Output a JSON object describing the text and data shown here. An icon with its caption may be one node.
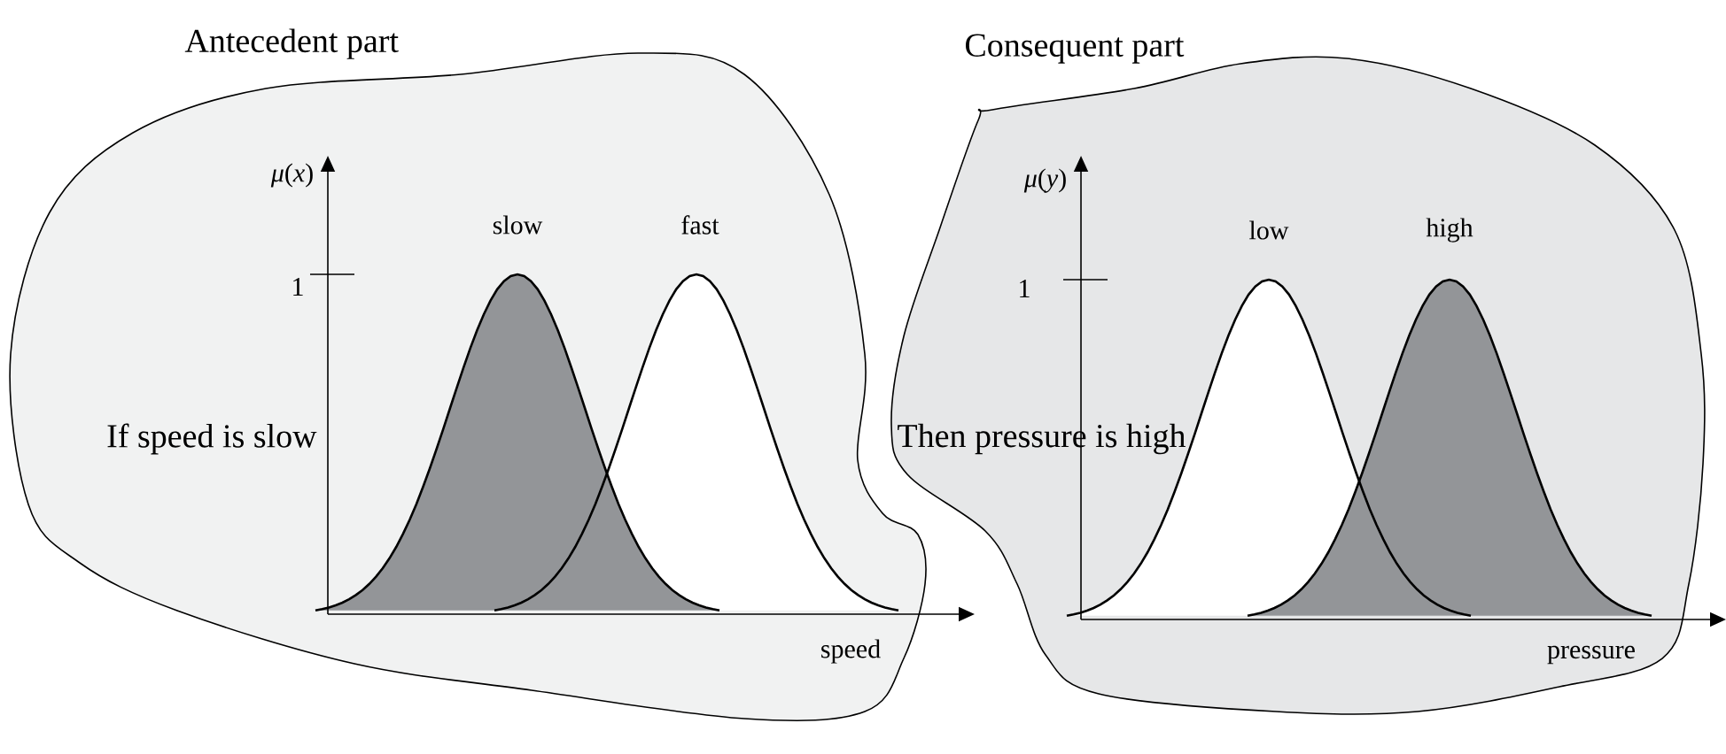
{
  "diagram": {
    "nodes": [
      {
        "text": [
          "Antecedent part",
          "If speed is slow"
        ]
      },
      {
        "text": [
          "Consequent part",
          "Then pressure is high"
        ]
      }
    ],
    "labels": [
      "*μ*(*x*)",
      "1",
      "slow",
      "fast",
      "speed",
      "*μ*(*y*)",
      "1",
      "low",
      "high",
      "pressure"
    ]
  }
}
